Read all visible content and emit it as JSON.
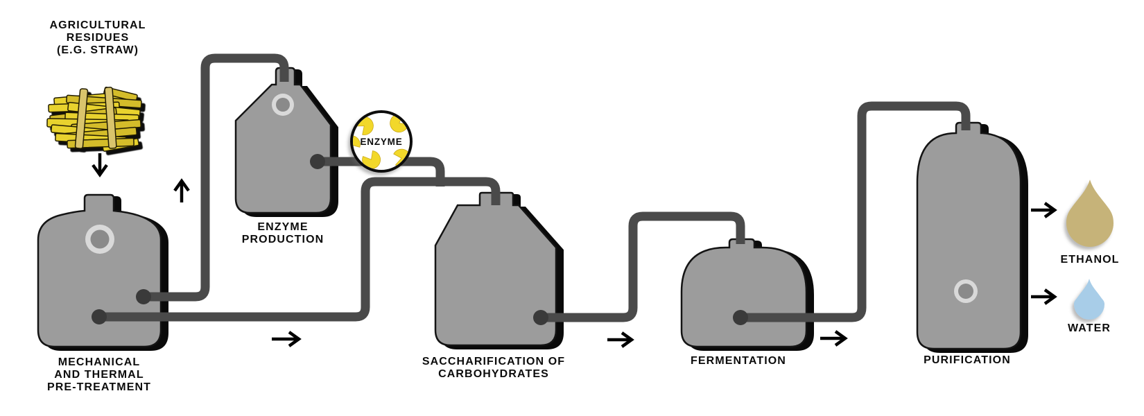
{
  "labels": {
    "agricultural_residues": "AGRICULTURAL\nRESIDUES\n(E.G. STRAW)",
    "pretreatment": "MECHANICAL\nAND THERMAL\nPRE-TREATMENT",
    "enzyme_production": "ENZYME\nPRODUCTION",
    "enzyme_badge": "ENZYME",
    "saccharification": "SACCHARIFICATION OF\nCARBOHYDRATES",
    "fermentation": "FERMENTATION",
    "purification": "PURIFICATION",
    "ethanol": "ETHANOL",
    "water": "WATER"
  },
  "sequence": [
    "agricultural-residues",
    "mechanical-and-thermal-pre-treatment",
    "enzyme-production",
    "saccharification-of-carbohydrates",
    "fermentation",
    "purification",
    "ethanol-and-water-outputs"
  ],
  "colors": {
    "tank": "#9c9c9c",
    "tank_outline": "#141414",
    "pipe": "#4a4a4a",
    "nub": "#3a3a3a",
    "porthole_ring": "#d9d9d9",
    "porthole_inner": "#8a8a8a",
    "straw": "#e8d22e",
    "straw_dark": "#d4bc2a",
    "straw_band": "#d9c46c",
    "enzyme": "#f2d829",
    "ethanol_drop": "#c6b379",
    "water_drop": "#a8cde8",
    "arrow": "#000000",
    "text": "#0c0c0c"
  }
}
